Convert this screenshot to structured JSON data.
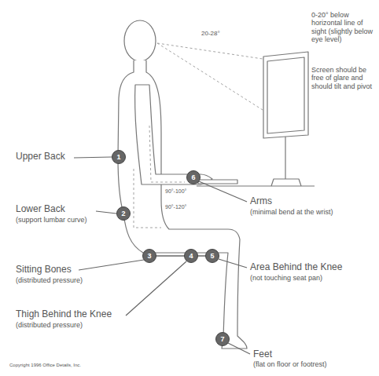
{
  "diagram": {
    "nodes": [
      {
        "text": [
          "1"
        ]
      },
      {
        "text": [
          "2"
        ]
      },
      {
        "text": [
          "3"
        ]
      },
      {
        "text": [
          "4"
        ]
      },
      {
        "text": [
          "5"
        ]
      },
      {
        "text": [
          "6"
        ]
      },
      {
        "text": [
          "7"
        ]
      }
    ],
    "labels": [
      "20-28°",
      "0-20° below horizontal line of sight (slightly below eye level)",
      "Screen should be free of glare and should tilt and pivot",
      "Upper Back",
      "90°-100°",
      "Lower Back",
      "(support lumbar curve)",
      "90°-120°",
      "Arms",
      "(minimal bend at the wrist)",
      "Sitting Bones",
      "(distributed pressure)",
      "Area Behind the Knee",
      "(not touching seat pan)",
      "Thigh Behind the Knee",
      "(distributed pressure)",
      "Feet",
      "(flat on floor or footrest)",
      "Copyright 1996 Office Details, Inc."
    ]
  }
}
